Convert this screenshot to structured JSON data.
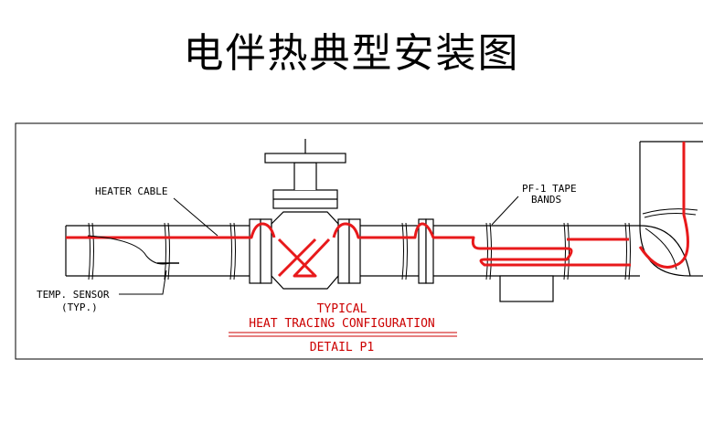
{
  "title": "电伴热典型安装图",
  "labels": {
    "heater_cable": "HEATER CABLE",
    "temp_sensor_line1": "TEMP. SENSOR",
    "temp_sensor_line2": "(TYP.)",
    "tape_line1": "PF-1 TAPE",
    "tape_line2": "BANDS"
  },
  "caption": {
    "line1": "TYPICAL",
    "line2": "HEAT TRACING CONFIGURATION",
    "line3": "DETAIL P1"
  },
  "colors": {
    "cable": "#e8191b",
    "caption": "#cc0000",
    "line": "#000000"
  }
}
